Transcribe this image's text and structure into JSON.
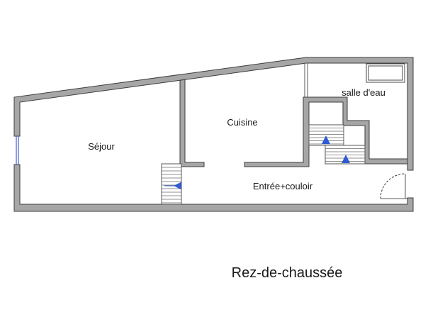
{
  "plan": {
    "title": "Rez-de-chaussée",
    "rooms": {
      "sejour": "Séjour",
      "cuisine": "Cuisine",
      "salle_eau": "salle d'eau",
      "entree_couloir": "Entrée+couloir"
    }
  },
  "colors": {
    "background": "#ffffff",
    "wall_fill": "#a6a6a6",
    "wall_outline": "#3d3d3d",
    "stair_arrow": "#2f5bd1",
    "window": "#3f5fd6",
    "text": "#1a1a1a"
  }
}
